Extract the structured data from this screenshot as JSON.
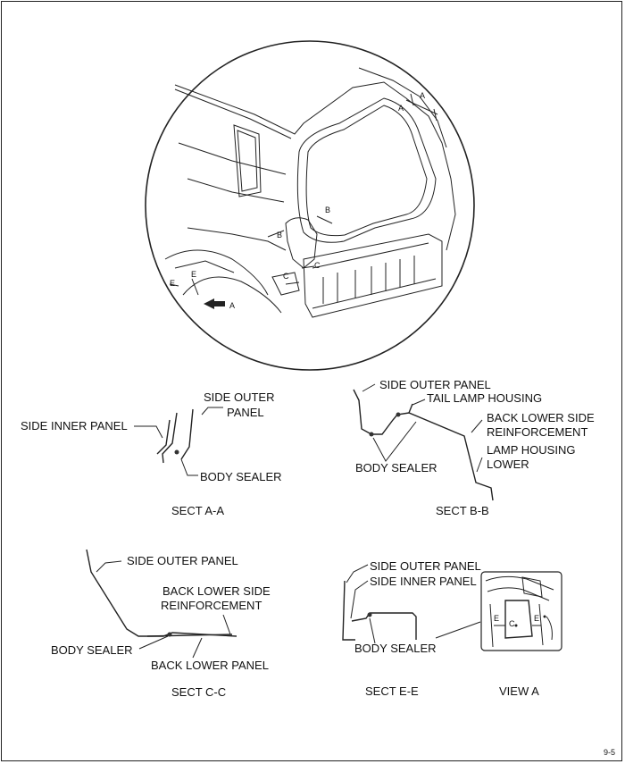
{
  "main_view": {
    "markers": {
      "a1": "A",
      "a2": "A",
      "b1": "B",
      "b2": "B",
      "c1": "C",
      "c2": "C",
      "e1": "E",
      "e2": "E"
    },
    "arrow_label": "A"
  },
  "sect_aa": {
    "side_outer_panel": "SIDE OUTER",
    "side_outer_panel_2": "PANEL",
    "side_inner_panel": "SIDE INNER PANEL",
    "body_sealer": "BODY SEALER",
    "caption": "SECT A-A"
  },
  "sect_bb": {
    "side_outer_panel": "SIDE OUTER PANEL",
    "tail_lamp_housing": "TAIL LAMP HOUSING",
    "back_lower_side_1": "BACK LOWER SIDE",
    "back_lower_side_2": "REINFORCEMENT",
    "lamp_housing_1": "LAMP HOUSING",
    "lamp_housing_2": "LOWER",
    "body_sealer": "BODY SEALER",
    "caption": "SECT B-B"
  },
  "sect_cc": {
    "side_outer_panel": "SIDE OUTER PANEL",
    "back_lower_side_1": "BACK LOWER SIDE",
    "back_lower_side_2": "REINFORCEMENT",
    "body_sealer": "BODY SEALER",
    "back_lower_panel": "BACK LOWER PANEL",
    "caption": "SECT C-C"
  },
  "sect_ee": {
    "side_outer_panel": "SIDE OUTER PANEL",
    "side_inner_panel": "SIDE INNER PANEL",
    "body_sealer": "BODY SEALER",
    "caption": "SECT E-E"
  },
  "view_a": {
    "marker_e1": "E",
    "marker_e2": "E",
    "marker_c": "C",
    "caption": "VIEW A"
  },
  "page_number": "9-5"
}
